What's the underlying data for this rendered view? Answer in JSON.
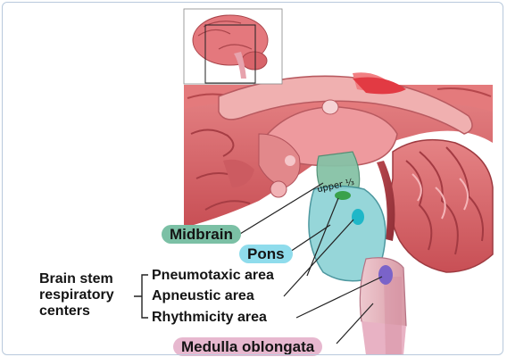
{
  "diagram": {
    "labels": {
      "midbrain": "Midbrain",
      "pons": "Pons",
      "medulla": "Medulla oblongata",
      "pneumotaxic": "Pneumotaxic area",
      "apneustic": "Apneustic area",
      "rhythmicity": "Rhythmicity area"
    },
    "group_title": [
      "Brain stem",
      "respiratory",
      "centers"
    ],
    "annotation": "upper ⅓"
  },
  "colors": {
    "midbrain_fill": "#7bc0a5",
    "pons_fill": "#8fdcec",
    "medulla_fill": "#e7b8cf",
    "brain_tissue": "#d9676a",
    "pneumotaxic_marker": "#3aa14a",
    "apneustic_marker": "#1fb7c8",
    "rhythmicity_marker": "#7a63c9"
  }
}
